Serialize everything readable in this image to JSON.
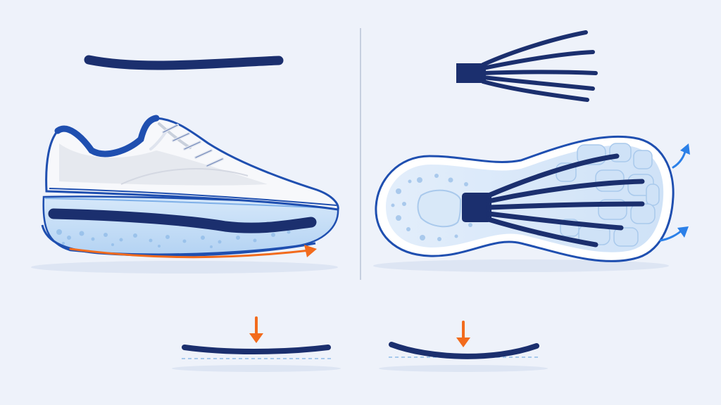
{
  "illustration": {
    "panels": [
      {
        "id": "left",
        "subject": "single-curved-carbon-plate-shoe",
        "view": "side"
      },
      {
        "id": "right",
        "subject": "carbon-rod-forefoot-insole",
        "view": "top"
      }
    ],
    "colors": {
      "background": "#eef2fa",
      "plate_navy": "#1b2f6e",
      "shoe_blue": "#1f4fb0",
      "foam_blue": "#bcd8f5",
      "arrow_orange": "#f26b1d",
      "arrow_blue": "#2b80e8",
      "shadow": "#dde5f3",
      "divider": "#b8c3d6"
    },
    "icons": [
      "curved-plate-icon",
      "carbon-rods-icon",
      "down-arrow-icon",
      "rocker-arrow-icon",
      "propulsion-arrow-icon"
    ]
  }
}
